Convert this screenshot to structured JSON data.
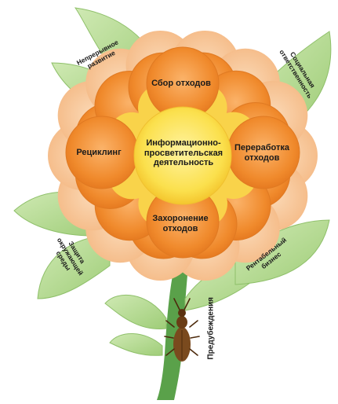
{
  "center": {
    "label": "Информационно-\nпросветительская\nдеятельность"
  },
  "petals": {
    "top": "Сбор отходов",
    "left": "Рециклинг",
    "right": "Переработка\nотходов",
    "bottom": "Захоронение\nотходов"
  },
  "leaves": {
    "top_left": "Непрерывное\nразвитие",
    "top_right": "Социальная\nответственность",
    "bottom_left": "Защита\nокружающей\nсреды",
    "bottom_right": "Рентабельный\nбизнес"
  },
  "stem_label": "Предубеждения",
  "colors": {
    "leaf": "#b9dc96",
    "leaf_edge": "#8fc06a",
    "stem": "#5aa14a",
    "outer_petal": "#f6c79a",
    "petal": "#f08a2c",
    "petal_light": "#f7a245",
    "inner_ring": "#f9d34a",
    "center": "#fbe04d",
    "beetle": "#7a4a1e"
  }
}
